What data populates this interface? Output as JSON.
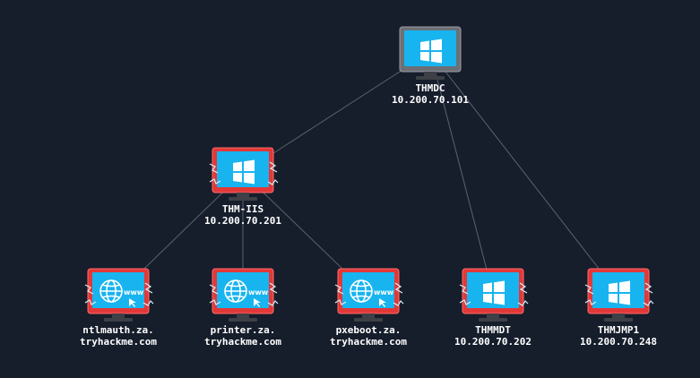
{
  "colors": {
    "background": "#161d2b",
    "link": "#5b6270",
    "screen": "#18b4ef",
    "compromised_bezel": "#e23838",
    "healthy_bezel": "#6c6f75",
    "stand": "#3d4047"
  },
  "nodes": [
    {
      "id": "thmdc",
      "name": "THMDC",
      "ip": "10.200.70.101",
      "icon": "windows-logo-icon",
      "compromised": false
    },
    {
      "id": "thm-iis",
      "name": "THM-IIS",
      "ip": "10.200.70.201",
      "icon": "windows-logo-icon",
      "compromised": true
    },
    {
      "id": "ntlmauth",
      "name": "ntlmauth.za.",
      "ip": "tryhackme.com",
      "icon": "www-globe-icon",
      "compromised": true
    },
    {
      "id": "printer",
      "name": "printer.za.",
      "ip": "tryhackme.com",
      "icon": "www-globe-icon",
      "compromised": true
    },
    {
      "id": "pxeboot",
      "name": "pxeboot.za.",
      "ip": "tryhackme.com",
      "icon": "www-globe-icon",
      "compromised": true
    },
    {
      "id": "thmmdt",
      "name": "THMMDT",
      "ip": "10.200.70.202",
      "icon": "windows-logo-icon",
      "compromised": true
    },
    {
      "id": "thmjmp1",
      "name": "THMJMP1",
      "ip": "10.200.70.248",
      "icon": "windows-logo-icon",
      "compromised": true
    }
  ],
  "links": [
    {
      "from": "thmdc",
      "to": "thm-iis"
    },
    {
      "from": "thmdc",
      "to": "thmmdt"
    },
    {
      "from": "thmdc",
      "to": "thmjmp1"
    },
    {
      "from": "thm-iis",
      "to": "ntlmauth"
    },
    {
      "from": "thm-iis",
      "to": "printer"
    },
    {
      "from": "thm-iis",
      "to": "pxeboot"
    }
  ]
}
